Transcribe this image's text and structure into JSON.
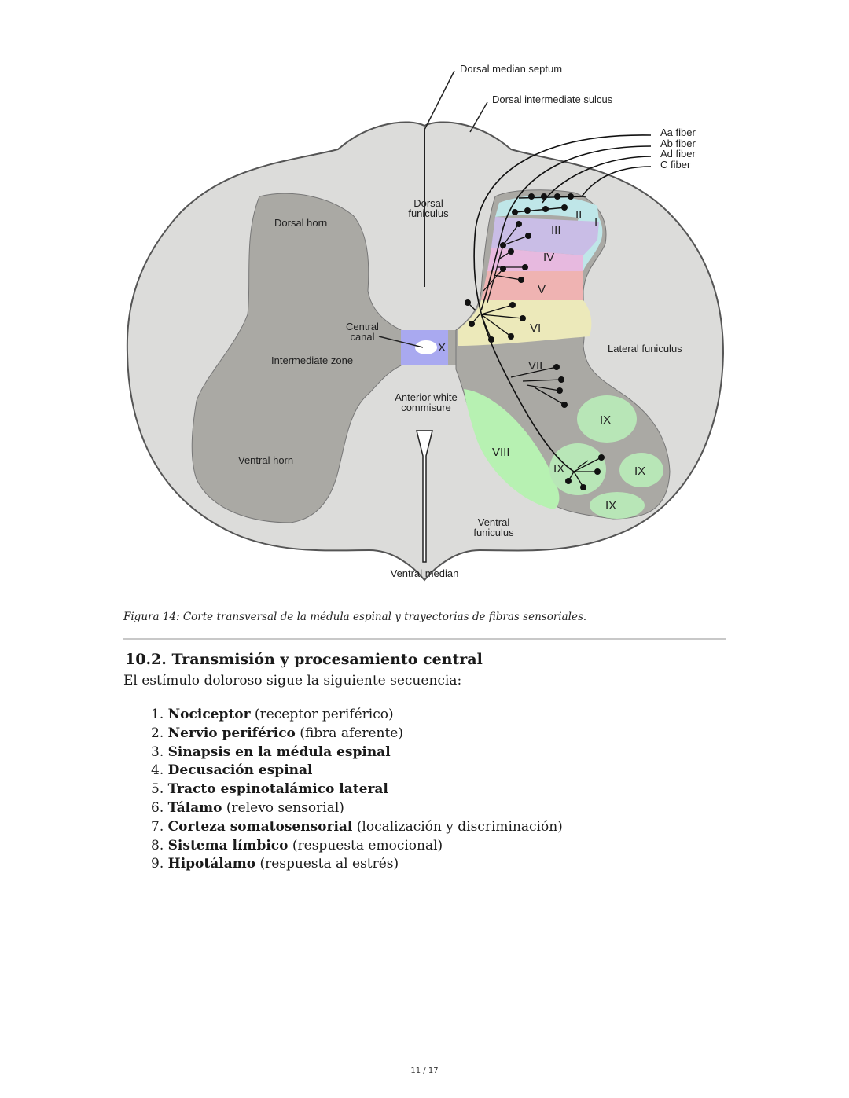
{
  "figure": {
    "labels": {
      "dorsal_median_septum": "Dorsal median septum",
      "dorsal_intermediate_sulcus": "Dorsal intermediate sulcus",
      "fiber_aa": "Aa fiber",
      "fiber_ab": "Ab fiber",
      "fiber_ad": "Ad fiber",
      "fiber_c": "C fiber",
      "dorsal_funiculus_1": "Dorsal",
      "dorsal_funiculus_2": "funiculus",
      "dorsal_horn": "Dorsal horn",
      "central_canal_1": "Central",
      "central_canal_2": "canal",
      "intermediate_zone": "Intermediate zone",
      "lateral_funiculus": "Lateral funiculus",
      "anterior_white_commisure_1": "Anterior white",
      "anterior_white_commisure_2": "commisure",
      "ventral_horn": "Ventral horn",
      "ventral_funiculus_1": "Ventral",
      "ventral_funiculus_2": "funiculus",
      "ventral_median": "Ventral median"
    },
    "laminae": {
      "I": "I",
      "II": "II",
      "III": "III",
      "IV": "IV",
      "V": "V",
      "VI": "VI",
      "VII": "VII",
      "VIII": "VIII",
      "IX": "IX",
      "X": "X"
    },
    "colors": {
      "white_matter": "#dcdcda",
      "gray_matter": "#aaa9a4",
      "lamina_II": "#bfe6e8",
      "lamina_III": "#c9bde6",
      "lamina_IV": "#e7b9df",
      "lamina_V": "#efb3b2",
      "lamina_VI": "#ece9ba",
      "lamina_VIII": "#b7f1b2",
      "lamina_IX": "#b8e6b7",
      "lamina_X": "#a9a9f0"
    },
    "caption": "Figura 14: Corte transversal de la médula espinal y trayectorias de fibras sensoriales."
  },
  "section": {
    "heading": "10.2. Transmisión y procesamiento central",
    "intro": "El estímulo doloroso sigue la siguiente secuencia:",
    "steps": [
      {
        "num": "1.",
        "bold": "Nociceptor",
        "rest": " (receptor periférico)"
      },
      {
        "num": "2.",
        "bold": "Nervio periférico",
        "rest": " (fibra aferente)"
      },
      {
        "num": "3.",
        "bold": "Sinapsis en la médula espinal",
        "rest": ""
      },
      {
        "num": "4.",
        "bold": "Decusación espinal",
        "rest": ""
      },
      {
        "num": "5.",
        "bold": "Tracto espinotalámico lateral",
        "rest": ""
      },
      {
        "num": "6.",
        "bold": "Tálamo",
        "rest": " (relevo sensorial)"
      },
      {
        "num": "7.",
        "bold": "Corteza somatosensorial",
        "rest": " (localización y discriminación)"
      },
      {
        "num": "8.",
        "bold": "Sistema límbico",
        "rest": " (respuesta emocional)"
      },
      {
        "num": "9.",
        "bold": "Hipotálamo",
        "rest": " (respuesta al estrés)"
      }
    ]
  },
  "footer": {
    "page": "11 / 17"
  }
}
